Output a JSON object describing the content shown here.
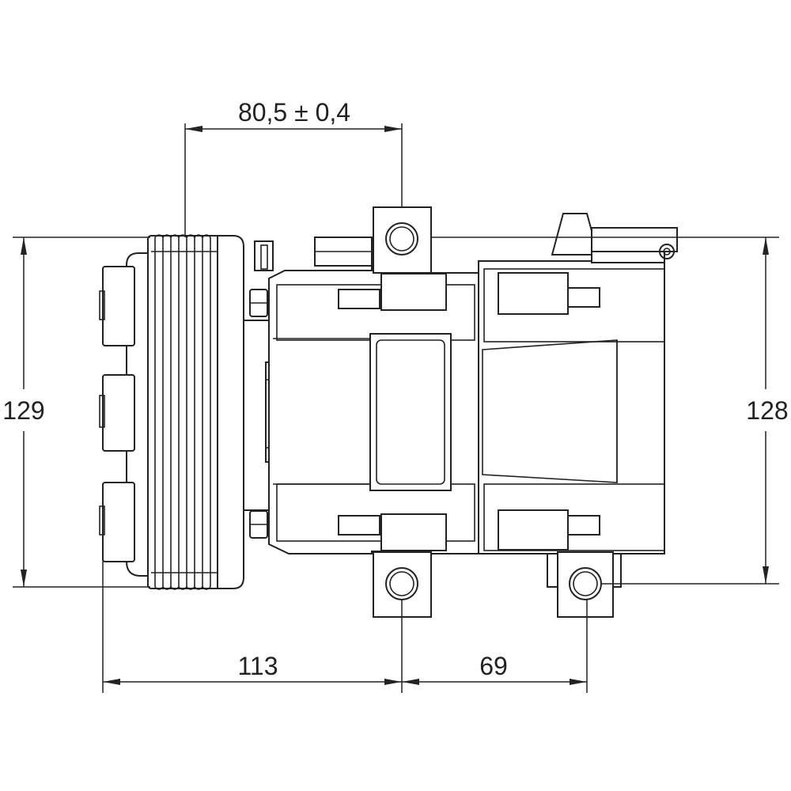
{
  "dimensions": {
    "top": "80,5 ± 0,4",
    "left": "129",
    "right": "128",
    "bottom_left": "113",
    "bottom_right": "69"
  }
}
